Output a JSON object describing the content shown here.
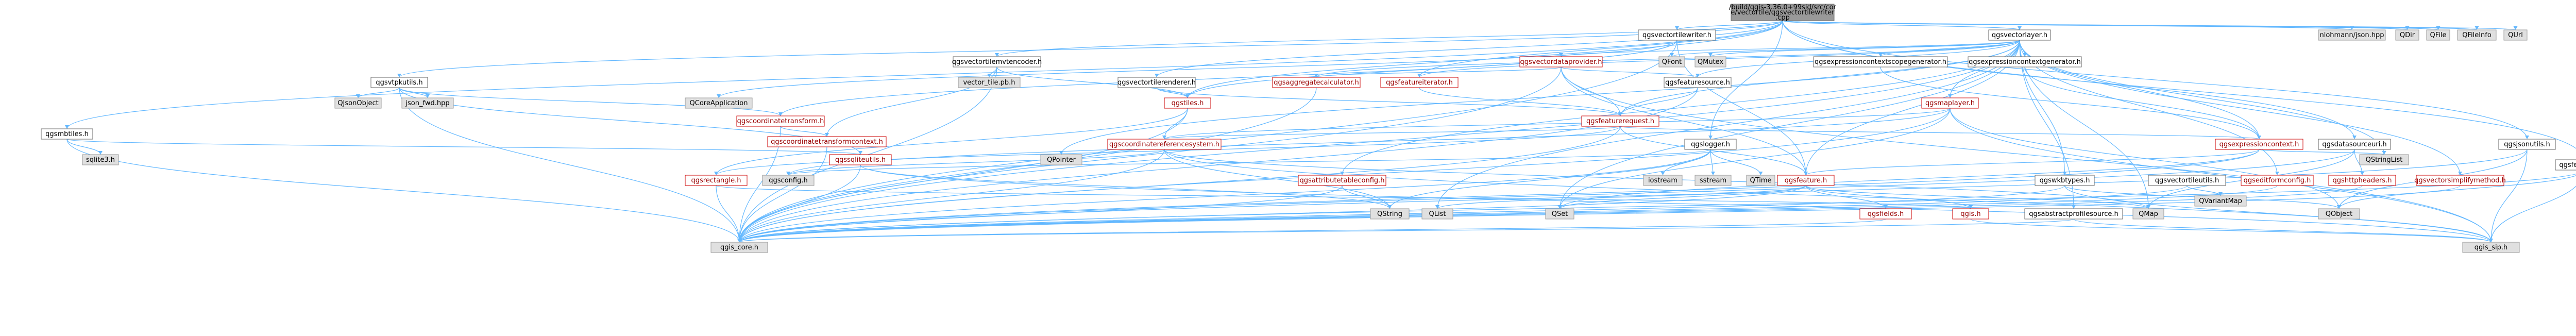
{
  "colors": {
    "edge": "#63b8ff",
    "root_fill": "#999999",
    "normal_fill": "#ffffff",
    "normal_stroke": "#666666",
    "external_fill": "#e0e0e0",
    "external_stroke": "#999999",
    "text": "#000000",
    "linked_text": "#990000"
  },
  "nodes": [
    {
      "id": "root",
      "label": "/build/qgis-3.36.0+99sid/src/core/vectortile/qgsvectortilewriter.cpp",
      "kind": "root"
    },
    {
      "id": "writer_h",
      "label": "qgsvectortilewriter.h",
      "kind": "normal"
    },
    {
      "id": "vlayer",
      "label": "qgsvectorlayer.h",
      "kind": "normal"
    },
    {
      "id": "vtmvtenc",
      "label": "qgsvectortilemvtencoder.h",
      "kind": "normal"
    },
    {
      "id": "vtrenderer",
      "label": "qgsvectortilerenderer.h",
      "kind": "normal"
    },
    {
      "id": "vdataprov",
      "label": "qgsvectordataprovider.h",
      "kind": "linked"
    },
    {
      "id": "featsource",
      "label": "qgsfeaturesource.h",
      "kind": "normal"
    },
    {
      "id": "aggcalc",
      "label": "qgsaggregatecalculator.h",
      "kind": "linked"
    },
    {
      "id": "featiter",
      "label": "qgsfeatureiterator.h",
      "kind": "linked"
    },
    {
      "id": "exprscopegen",
      "label": "qgsexpressioncontextscopegenerator.h",
      "kind": "normal"
    },
    {
      "id": "exprgen",
      "label": "qgsexpressioncontextgenerator.h",
      "kind": "normal"
    },
    {
      "id": "qfont",
      "label": "QFont",
      "kind": "external"
    },
    {
      "id": "qmutex",
      "label": "QMutex",
      "kind": "external"
    },
    {
      "id": "nlohmann",
      "label": "nlohmann/json.hpp",
      "kind": "external"
    },
    {
      "id": "qdir",
      "label": "QDir",
      "kind": "external"
    },
    {
      "id": "qfile",
      "label": "QFile",
      "kind": "external"
    },
    {
      "id": "qfileinfo",
      "label": "QFileInfo",
      "kind": "external"
    },
    {
      "id": "qurl",
      "label": "QUrl",
      "kind": "external"
    },
    {
      "id": "vtutils",
      "label": "qgsvtpkutils.h",
      "kind": "normal"
    },
    {
      "id": "jsonfwd",
      "label": "json_fwd.hpp",
      "kind": "external"
    },
    {
      "id": "qjsonobj",
      "label": "QJsonObject",
      "kind": "external"
    },
    {
      "id": "vtpb",
      "label": "vector_tile.pb.h",
      "kind": "external"
    },
    {
      "id": "qcoreapp",
      "label": "QCoreApplication",
      "kind": "external"
    },
    {
      "id": "coordtrans",
      "label": "qgscoordinatetransform.h",
      "kind": "linked"
    },
    {
      "id": "tiles",
      "label": "qgstiles.h",
      "kind": "linked"
    },
    {
      "id": "featreq",
      "label": "qgsfeaturerequest.h",
      "kind": "linked"
    },
    {
      "id": "maplayer",
      "label": "qgsmaplayer.h",
      "kind": "linked"
    },
    {
      "id": "mbtiles",
      "label": "qgsmbtiles.h",
      "kind": "normal"
    },
    {
      "id": "sqlite3",
      "label": "sqlite3.h",
      "kind": "external"
    },
    {
      "id": "sqliteutils",
      "label": "qgssqliteutils.h",
      "kind": "linked"
    },
    {
      "id": "coordtransctx",
      "label": "qgscoordinatetransformcontext.h",
      "kind": "linked"
    },
    {
      "id": "crs",
      "label": "qgscoordinatereferencesystem.h",
      "kind": "linked"
    },
    {
      "id": "logger",
      "label": "qgslogger.h",
      "kind": "normal"
    },
    {
      "id": "exprctx",
      "label": "qgsexpressioncontext.h",
      "kind": "linked"
    },
    {
      "id": "datasourceuri",
      "label": "qgsdatasourceuri.h",
      "kind": "normal"
    },
    {
      "id": "qgsjsonutils",
      "label": "qgsjsonutils.h",
      "kind": "normal"
    },
    {
      "id": "qgsfeedback",
      "label": "qgsfeedback.h",
      "kind": "normal"
    },
    {
      "id": "qpointer",
      "label": "QPointer",
      "kind": "external"
    },
    {
      "id": "rectangle",
      "label": "qgsrectangle.h",
      "kind": "linked"
    },
    {
      "id": "qgsconfig",
      "label": "qgsconfig.h",
      "kind": "external"
    },
    {
      "id": "attrtable",
      "label": "qgsattributetableconfig.h",
      "kind": "linked"
    },
    {
      "id": "iostream",
      "label": "iostream",
      "kind": "external"
    },
    {
      "id": "sstream",
      "label": "sstream",
      "kind": "external"
    },
    {
      "id": "qtime",
      "label": "QTime",
      "kind": "external"
    },
    {
      "id": "feature",
      "label": "qgsfeature.h",
      "kind": "linked"
    },
    {
      "id": "qgswkbtypes",
      "label": "qgswkbtypes.h",
      "kind": "normal"
    },
    {
      "id": "vtlutils",
      "label": "qgsvectortileutils.h",
      "kind": "normal"
    },
    {
      "id": "editformcfg",
      "label": "qgseditformconfig.h",
      "kind": "linked"
    },
    {
      "id": "httpheaders",
      "label": "qgshttpheaders.h",
      "kind": "linked"
    },
    {
      "id": "qvariantmap",
      "label": "QVariantMap",
      "kind": "external"
    },
    {
      "id": "vtserial",
      "label": "qgsvectorsimplifymethod.h",
      "kind": "linked"
    },
    {
      "id": "qstringlist",
      "label": "QStringList",
      "kind": "external"
    },
    {
      "id": "qstring",
      "label": "QString",
      "kind": "external"
    },
    {
      "id": "qlist",
      "label": "QList",
      "kind": "external"
    },
    {
      "id": "qset",
      "label": "QSet",
      "kind": "external"
    },
    {
      "id": "qmap",
      "label": "QMap",
      "kind": "external"
    },
    {
      "id": "qobject",
      "label": "QObject",
      "kind": "external"
    },
    {
      "id": "fields",
      "label": "qgsfields.h",
      "kind": "linked"
    },
    {
      "id": "qgsh",
      "label": "qgis.h",
      "kind": "linked"
    },
    {
      "id": "absprofile",
      "label": "qgsabstractprofilesource.h",
      "kind": "normal"
    },
    {
      "id": "qgis_core",
      "label": "qgis_core.h",
      "kind": "external"
    },
    {
      "id": "qgis_sip",
      "label": "qgis_sip.h",
      "kind": "external"
    }
  ]
}
